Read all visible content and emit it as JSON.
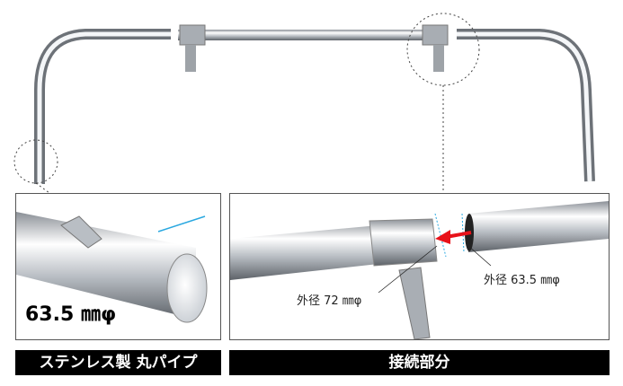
{
  "left_panel": {
    "diameter_label": "63.5 ㎜φ",
    "caption": "ステンレス製 丸パイプ"
  },
  "right_panel": {
    "outer_diameter_joint": "外径 72 ㎜φ",
    "outer_diameter_pipe": "外径 63.5 ㎜φ",
    "caption": "接続部分"
  },
  "colors": {
    "arrow": "#e8121a",
    "dimension_lines": "#2aa8e0",
    "caption_bg": "#000000"
  }
}
